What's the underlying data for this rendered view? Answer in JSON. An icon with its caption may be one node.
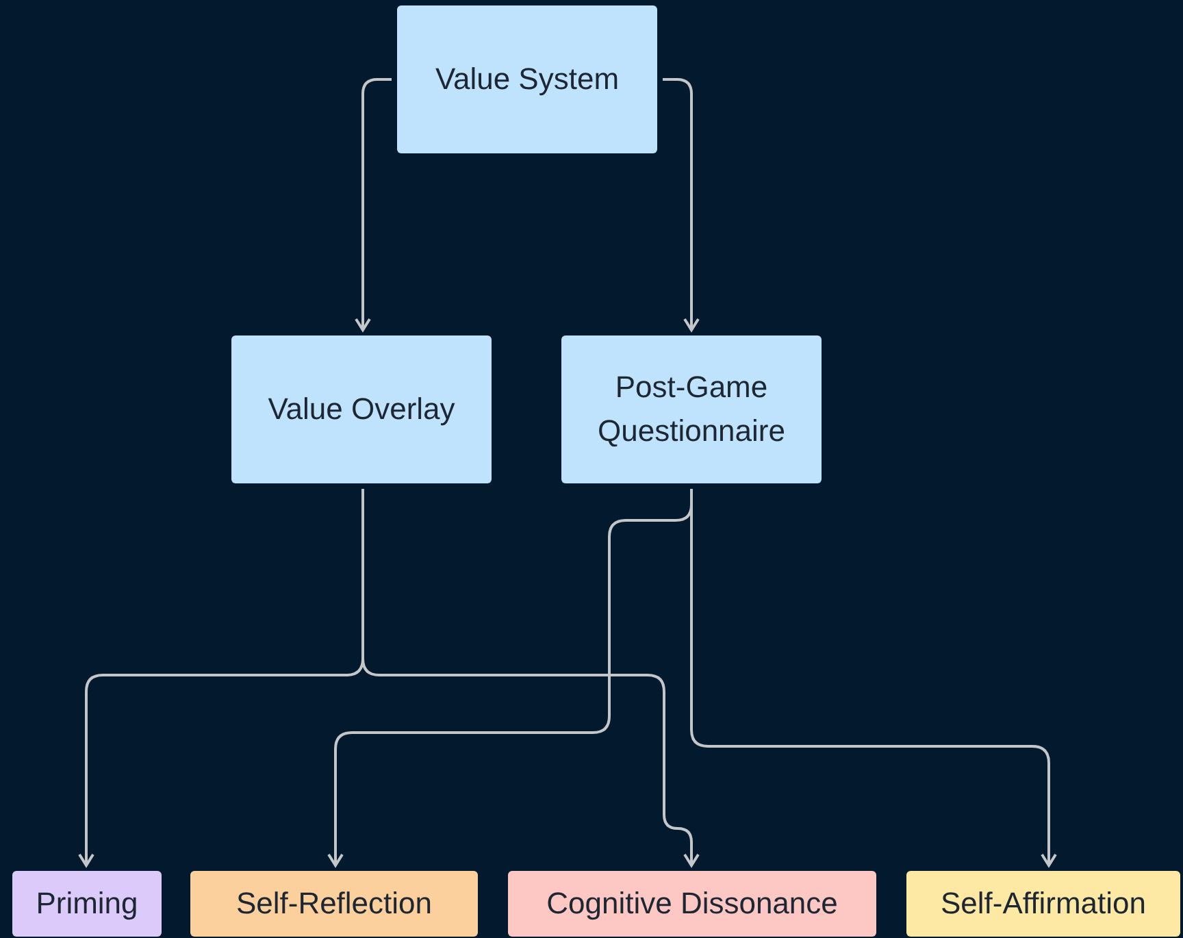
{
  "diagram": {
    "nodes": [
      {
        "text": [
          "Value System"
        ]
      },
      {
        "text": [
          "Value Overlay"
        ]
      },
      {
        "text": [
          "Post-Game Questionnaire"
        ]
      },
      {
        "text": [
          "Priming"
        ]
      },
      {
        "text": [
          "Self-Reflection"
        ]
      },
      {
        "text": [
          "Cognitive Dissonance"
        ]
      },
      {
        "text": [
          "Self-Affirmation"
        ]
      }
    ],
    "edges": [
      {
        "from": 0,
        "to": 1,
        "arrow": "to"
      },
      {
        "from": 0,
        "to": 2,
        "arrow": "to"
      },
      {
        "from": 1,
        "to": 3,
        "arrow": "to"
      },
      {
        "from": 1,
        "to": 5,
        "arrow": "to"
      },
      {
        "from": 2,
        "to": 4,
        "arrow": "to"
      },
      {
        "from": 2,
        "to": 6,
        "arrow": "to"
      }
    ]
  }
}
